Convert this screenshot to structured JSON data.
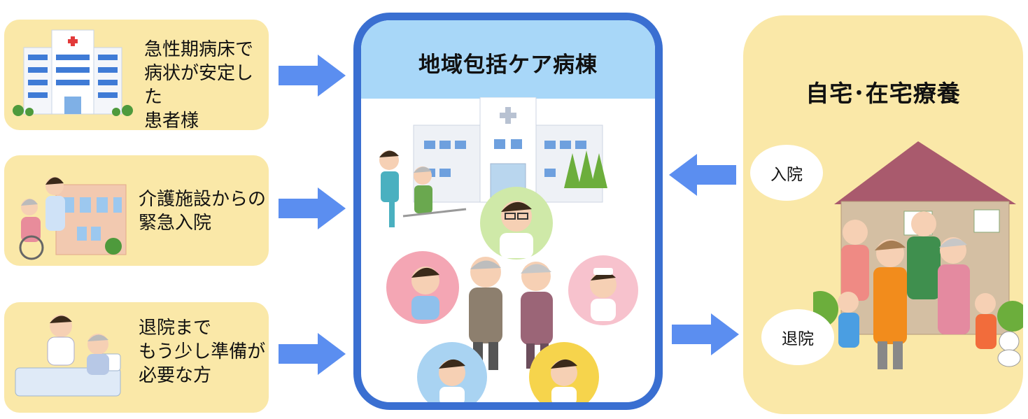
{
  "sources": [
    {
      "lines": [
        "急性期病床で",
        "病状が安定した",
        "患者様"
      ],
      "icon": "hospital-icon"
    },
    {
      "lines": [
        "介護施設からの",
        "緊急入院"
      ],
      "icon": "care-facility-icon"
    },
    {
      "lines": [
        "退院まで",
        "もう少し準備が",
        "必要な方"
      ],
      "icon": "bedside-care-icon"
    }
  ],
  "center": {
    "title": "地域包括ケア病棟"
  },
  "home": {
    "title": "自宅･在宅療養",
    "admit_label": "入院",
    "discharge_label": "退院"
  },
  "colors": {
    "card": "#fae8a8",
    "border": "#3a6fd1",
    "header": "#a8d7f8",
    "arrow": "#5b8ef0"
  }
}
